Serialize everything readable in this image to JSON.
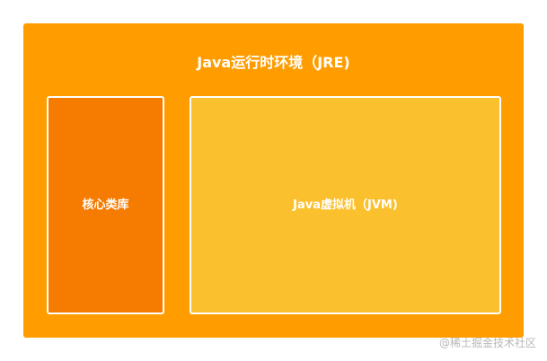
{
  "diagram": {
    "outer": {
      "title": "Java运行时环境（JRE)"
    },
    "components": [
      {
        "label": "核心类库"
      },
      {
        "label": "Java虚拟机（JVM)"
      }
    ]
  },
  "watermark": {
    "text": "@稀土掘金技术社区"
  },
  "colors": {
    "outer_fill": "#ff9d00",
    "core_lib_fill": "#f57c00",
    "jvm_fill": "#fbc02d",
    "border": "#ffffff",
    "text": "#ffffff"
  }
}
